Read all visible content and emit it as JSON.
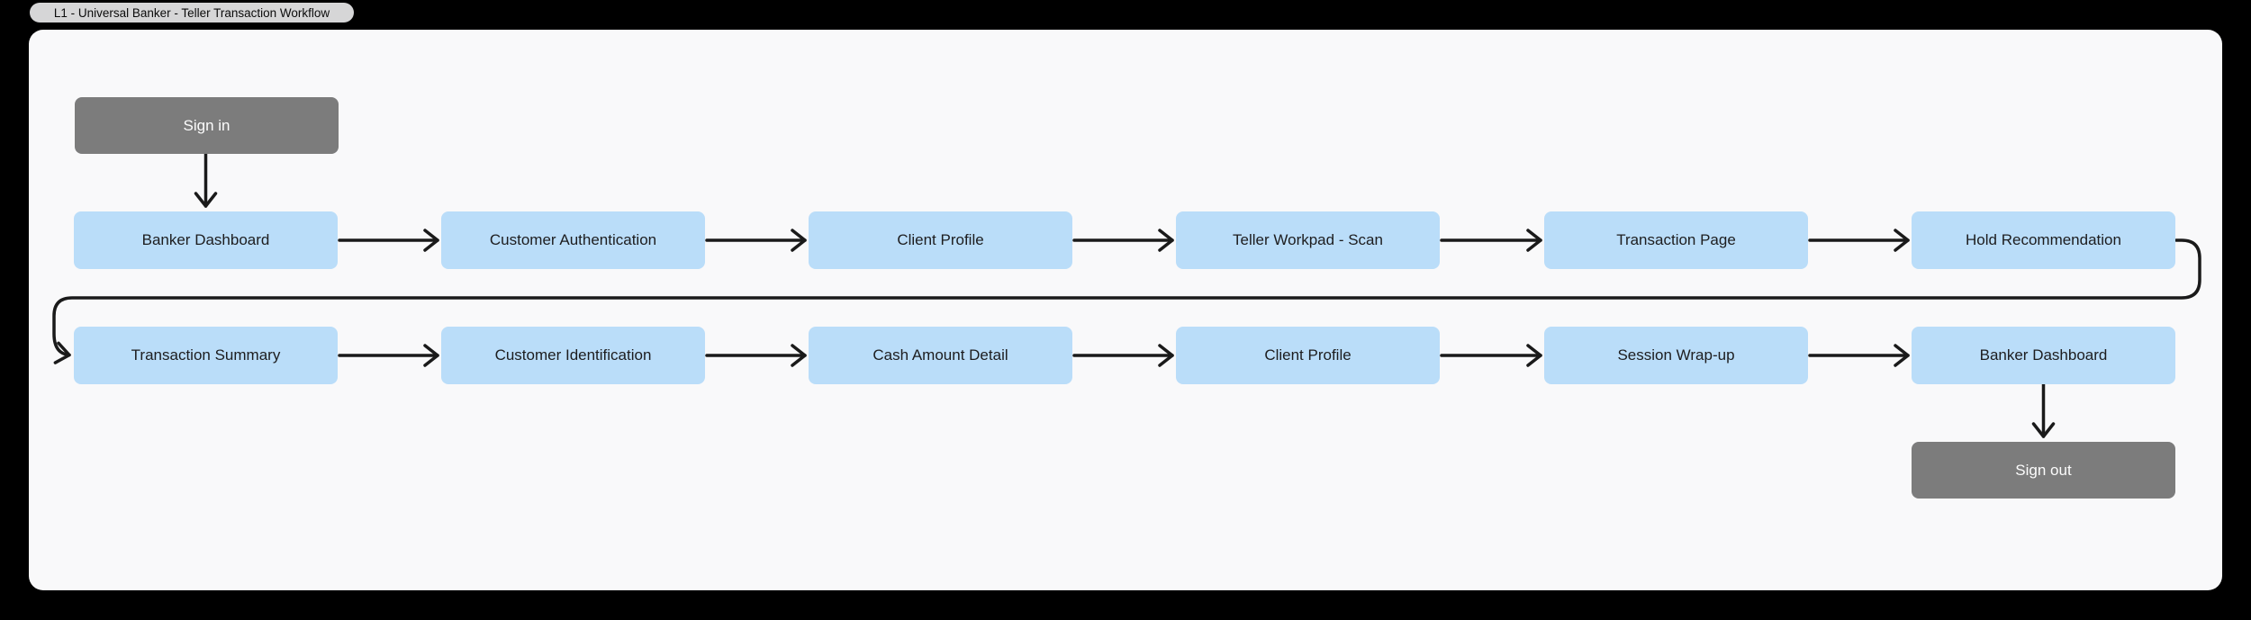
{
  "window": {
    "tab_label": "L1 - Universal Banker - Teller Transaction Workflow"
  },
  "diagram": {
    "start_node": {
      "label": "Sign in"
    },
    "row1_nodes": [
      {
        "label": "Banker Dashboard"
      },
      {
        "label": "Customer Authentication"
      },
      {
        "label": "Client Profile"
      },
      {
        "label": "Teller Workpad - Scan"
      },
      {
        "label": "Transaction Page"
      },
      {
        "label": "Hold Recommendation"
      }
    ],
    "row2_nodes": [
      {
        "label": "Transaction Summary"
      },
      {
        "label": "Customer Identification"
      },
      {
        "label": "Cash Amount Detail"
      },
      {
        "label": "Client Profile"
      },
      {
        "label": "Session Wrap-up"
      },
      {
        "label": "Banker Dashboard"
      }
    ],
    "end_node": {
      "label": "Sign out"
    },
    "colors": {
      "page_bg": "#000000",
      "canvas_bg": "#f9f9fa",
      "tab_bg": "#d6d6d7",
      "process_node_fill": "#baddf9",
      "process_node_text": "#1d1d1f",
      "terminal_node_fill": "#7c7c7c",
      "terminal_node_text": "#fcfcfc",
      "connector": "#1a1a1a"
    }
  }
}
